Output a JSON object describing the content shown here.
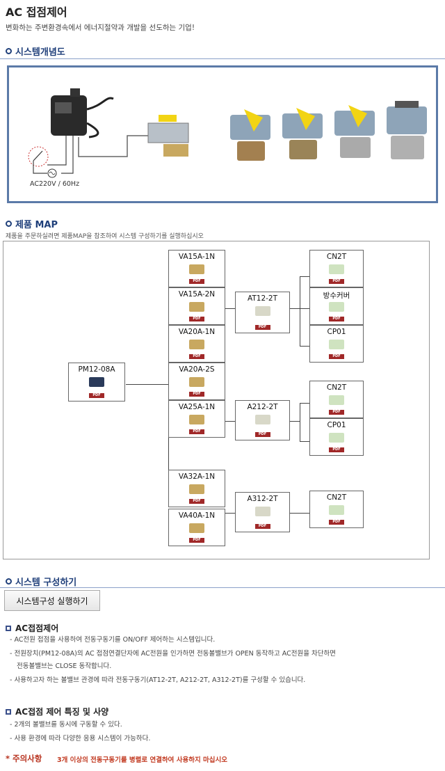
{
  "header": {
    "title": "AC 접점제어",
    "subtitle": "변화하는 주변환경속에서 에너지절약과 개발을 선도하는 기업!"
  },
  "concept": {
    "heading": "시스템개념도",
    "power_label": "AC220V / 60Hz"
  },
  "map": {
    "heading": "제품 MAP",
    "description": "제품을 주문하실려면 제품MAP을 참조하여 시스템 구성하기를 실행하십시오",
    "pdf_label": "PDF",
    "root": "PM12-08A",
    "valves": [
      "VA15A-1N",
      "VA15A-2N",
      "VA20A-1N",
      "VA20A-2S",
      "VA25A-1N",
      "VA32A-1N",
      "VA40A-1N"
    ],
    "actuators": [
      "AT12-2T",
      "A212-2T",
      "A312-2T"
    ],
    "accessories": [
      "CN2T",
      "방수커버",
      "CP01",
      "CN2T",
      "CP01",
      "CN2T"
    ]
  },
  "config": {
    "heading": "시스템 구성하기",
    "button_label": "시스템구성 실행하기"
  },
  "ac_control": {
    "heading": "AC접점제어",
    "lines": [
      "- AC전원 접점을 사용하여 전동구동기를 ON/OFF 제어하는 시스템입니다.",
      "- 전원장치(PM12-08A)의 AC 접점연결단자에 AC전원을 인가하면 전동볼밸브가 OPEN 동작하고 AC전원을 차단하면",
      "전동볼밸브는 CLOSE 동작합니다.",
      "- 사용하고자 하는 볼밸브 관경에 따라 전동구동기(AT12-2T, A212-2T, A312-2T)를 구성할 수 있습니다."
    ]
  },
  "features": {
    "heading": "AC접점 제어 특징 및 사양",
    "lines": [
      "- 2개의 볼밸브를 동시에 구동할 수 있다.",
      "- 사용 환경에 따라 다양한 응용 시스템이 가능하다."
    ]
  },
  "warning": {
    "label": "* 주의사항",
    "text": "3개 이상의 전동구동기를 병렬로 연결하여 사용하지 마십시오"
  },
  "colors": {
    "section_blue": "#1f3f7a",
    "warning_red": "#c23b22",
    "pdf_red": "#a02828"
  }
}
